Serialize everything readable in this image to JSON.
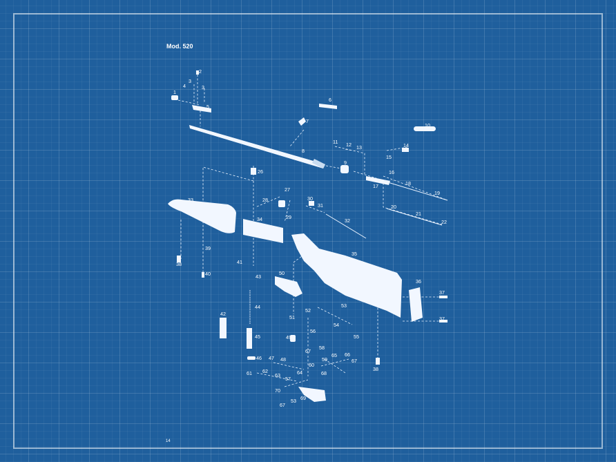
{
  "title": "Mod. 520",
  "page_number": "14",
  "part_numbers": [
    "1",
    "2",
    "3",
    "4",
    "5",
    "6",
    "7",
    "8",
    "9",
    "10",
    "11",
    "12",
    "13",
    "14",
    "15",
    "16",
    "17",
    "18",
    "19",
    "20",
    "21",
    "22",
    "26",
    "27",
    "28",
    "29",
    "30",
    "31",
    "32",
    "33",
    "34",
    "35",
    "36",
    "37",
    "37",
    "38",
    "38",
    "39",
    "40",
    "41",
    "42",
    "43",
    "44",
    "45",
    "46",
    "47",
    "48",
    "49",
    "50",
    "51",
    "52",
    "53",
    "53",
    "54",
    "55",
    "56",
    "57",
    "58",
    "59",
    "60",
    "61",
    "62",
    "63",
    "64",
    "65",
    "66",
    "67",
    "67",
    "67",
    "68",
    "69",
    "70"
  ],
  "colors": {
    "background": "#1f5f9d",
    "lines": "#eaf3ff",
    "parts": "#f2f7ff"
  }
}
